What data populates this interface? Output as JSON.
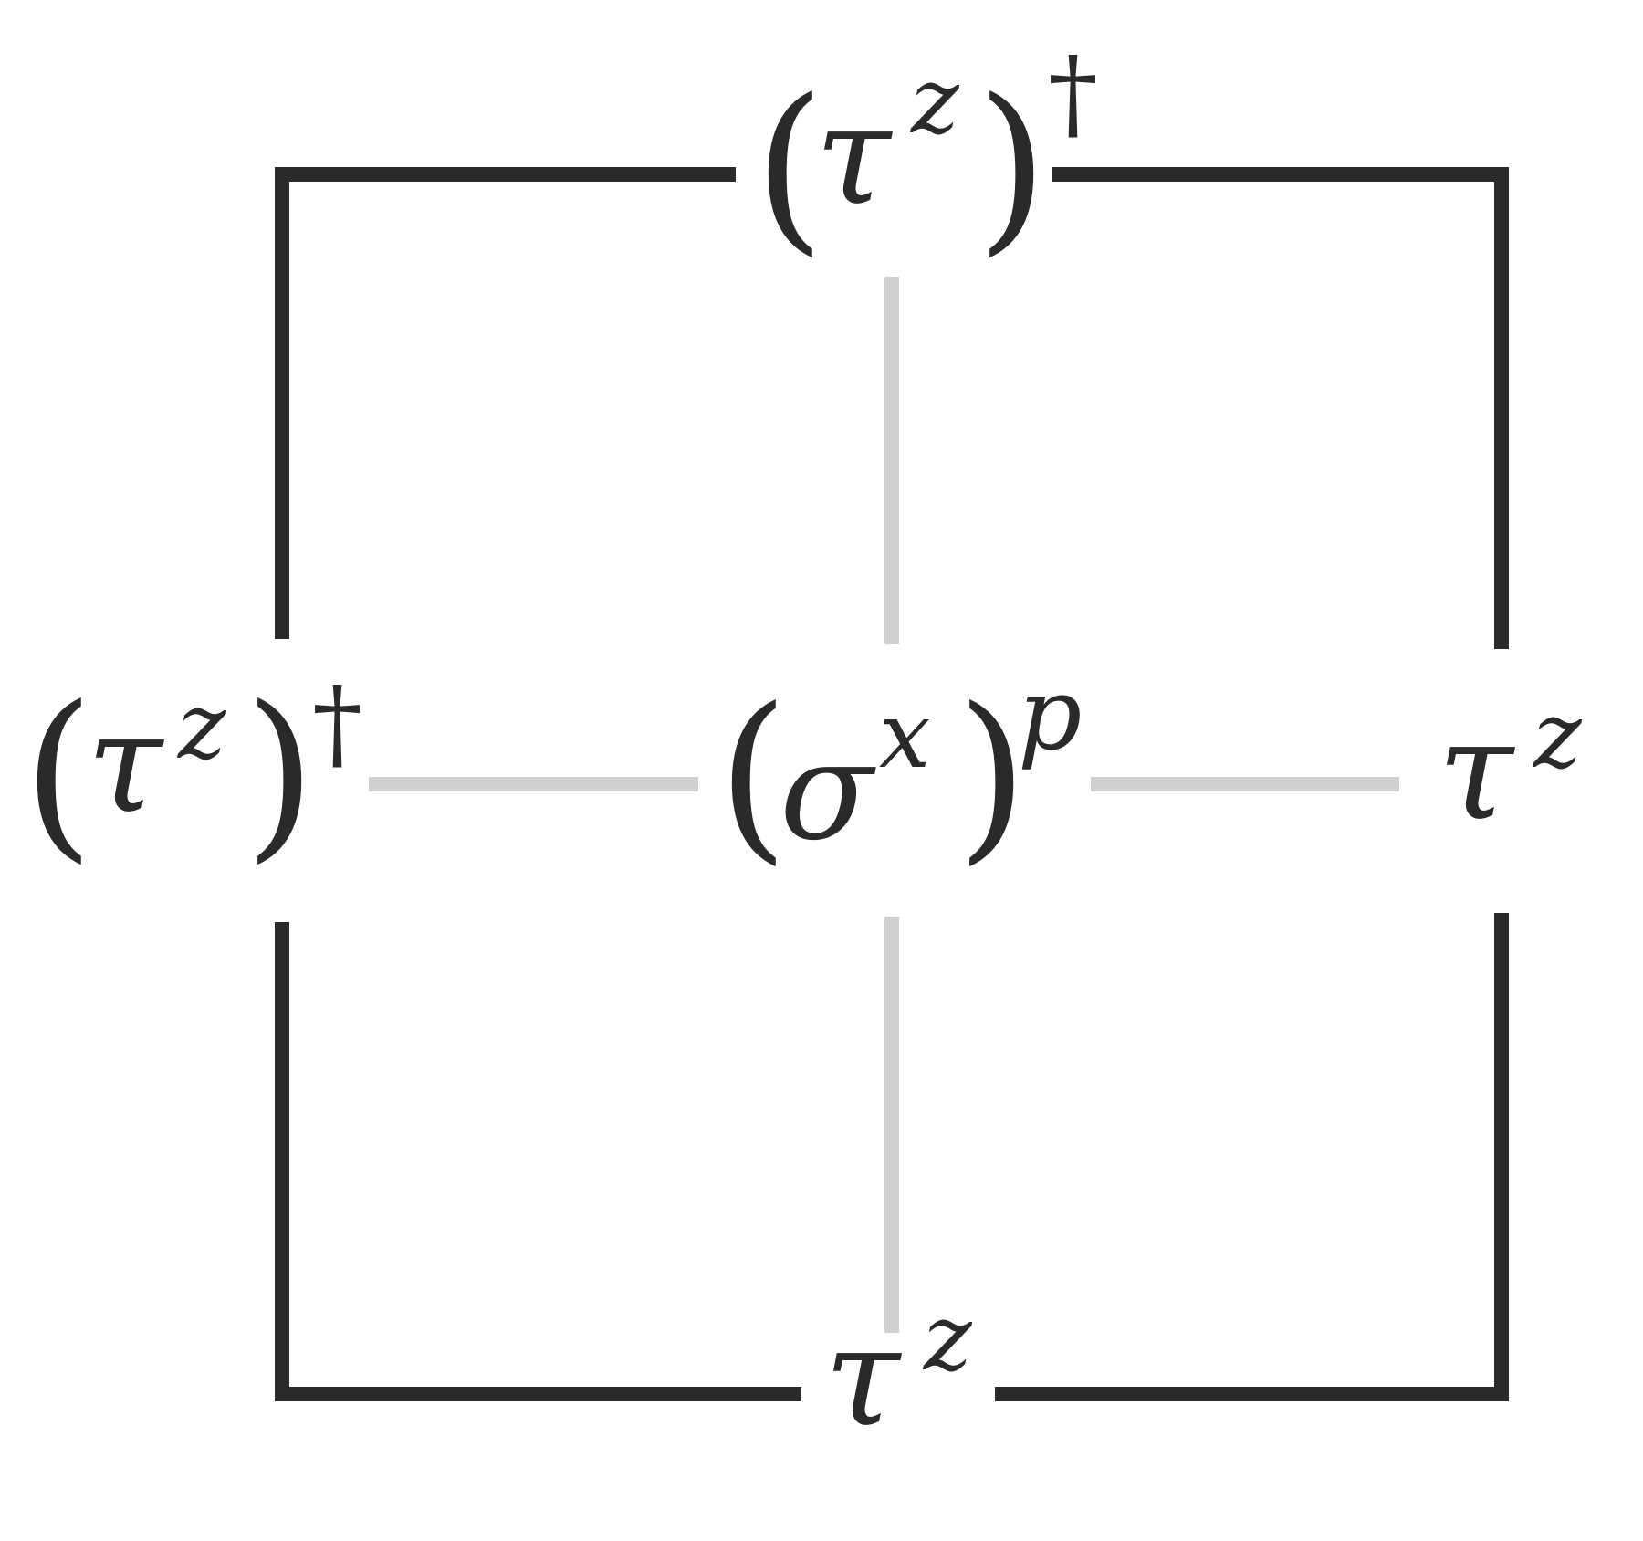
{
  "labels": {
    "top": {
      "open": "(",
      "base": "τ",
      "sup": "z",
      "close": ")",
      "outer_sup": "†"
    },
    "left": {
      "open": "(",
      "base": "τ",
      "sup": "z",
      "close": ")",
      "outer_sup": "†"
    },
    "center": {
      "open": "(",
      "base": "σ",
      "sup": "x",
      "close": ")",
      "outer_sup": "p"
    },
    "right": {
      "base": "τ",
      "sup": "z"
    },
    "bottom": {
      "base": "τ",
      "sup": "z"
    }
  },
  "colors": {
    "dark": "#2a2a2a",
    "light": "#d0d0d0"
  }
}
